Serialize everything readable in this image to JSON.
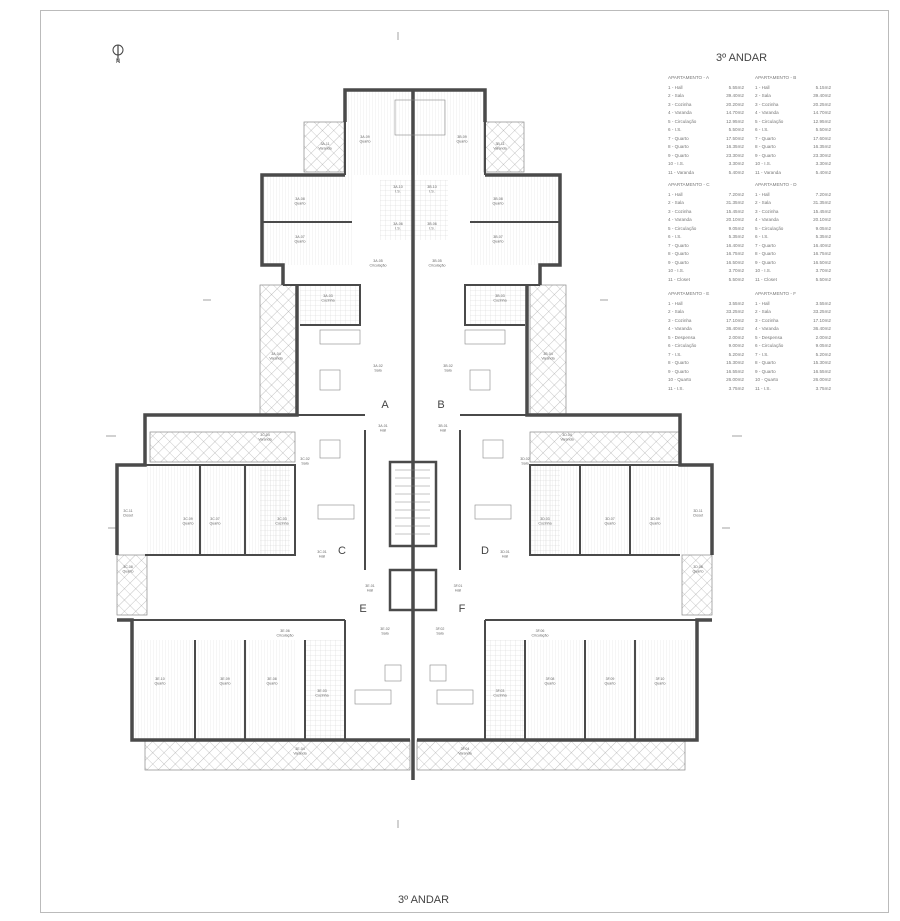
{
  "title": "3º ANDAR",
  "bottom_title": "3º ANDAR",
  "compass_label": "N",
  "apartment_letters": [
    "A",
    "B",
    "C",
    "D",
    "E",
    "F"
  ],
  "tables": [
    {
      "header": "APARTAMENTO - A",
      "rows": [
        [
          "1 - Hall",
          "5.55m2"
        ],
        [
          "2 - Sala",
          "39.40m2"
        ],
        [
          "3 - Cozinha",
          "20.20m2"
        ],
        [
          "4 - Varanda",
          "14.70m2"
        ],
        [
          "5 - Circulação",
          "12.95m2"
        ],
        [
          "6 - I.S.",
          "5.50m2"
        ],
        [
          "7 - Quarto",
          "17.50m2"
        ],
        [
          "8 - Quarto",
          "16.35m2"
        ],
        [
          "9 - Quarto",
          "23.30m2"
        ],
        [
          "10 - I.S.",
          "3.30m2"
        ],
        [
          "11 - Varanda",
          "5.40m2"
        ]
      ]
    },
    {
      "header": "APARTAMENTO - B",
      "rows": [
        [
          "1 - Hall",
          "5.15m2"
        ],
        [
          "2 - Sala",
          "39.40m2"
        ],
        [
          "3 - Cozinha",
          "20.25m2"
        ],
        [
          "4 - Varanda",
          "14.70m2"
        ],
        [
          "5 - Circulação",
          "12.95m2"
        ],
        [
          "6 - I.S.",
          "5.50m2"
        ],
        [
          "7 - Quarto",
          "17.60m2"
        ],
        [
          "8 - Quarto",
          "16.35m2"
        ],
        [
          "9 - Quarto",
          "23.30m2"
        ],
        [
          "10 - I.S.",
          "3.30m2"
        ],
        [
          "11 - Varanda",
          "5.40m2"
        ]
      ]
    },
    {
      "header": "APARTAMENTO - C",
      "rows": [
        [
          "1 - Hall",
          "7.20m2"
        ],
        [
          "2 - Sala",
          "31.35m2"
        ],
        [
          "3 - Cozinha",
          "15.45m2"
        ],
        [
          "4 - Varanda",
          "20.10m2"
        ],
        [
          "5 - Circulação",
          "9.05m2"
        ],
        [
          "6 - I.S.",
          "5.35m2"
        ],
        [
          "7 - Quarto",
          "16.40m2"
        ],
        [
          "8 - Quarto",
          "16.75m2"
        ],
        [
          "9 - Quarto",
          "16.50m2"
        ],
        [
          "10 - I.S.",
          "3.70m2"
        ],
        [
          "11 - Closet",
          "5.50m2"
        ]
      ]
    },
    {
      "header": "APARTAMENTO - D",
      "rows": [
        [
          "1 - Hall",
          "7.20m2"
        ],
        [
          "2 - Sala",
          "31.35m2"
        ],
        [
          "3 - Cozinha",
          "15.45m2"
        ],
        [
          "4 - Varanda",
          "20.10m2"
        ],
        [
          "5 - Circulação",
          "9.05m2"
        ],
        [
          "6 - I.S.",
          "5.35m2"
        ],
        [
          "7 - Quarto",
          "16.40m2"
        ],
        [
          "8 - Quarto",
          "16.75m2"
        ],
        [
          "9 - Quarto",
          "16.50m2"
        ],
        [
          "10 - I.S.",
          "3.70m2"
        ],
        [
          "11 - Closet",
          "5.50m2"
        ]
      ]
    },
    {
      "header": "APARTAMENTO - E",
      "rows": [
        [
          "1 - Hall",
          "3.55m2"
        ],
        [
          "2 - Sala",
          "33.25m2"
        ],
        [
          "3 - Cozinha",
          "17.10m2"
        ],
        [
          "4 - Varanda",
          "36.40m2"
        ],
        [
          "5 - Despensa",
          "2.00m2"
        ],
        [
          "6 - Circulação",
          "9.00m2"
        ],
        [
          "7 - I.S.",
          "5.20m2"
        ],
        [
          "8 - Quarto",
          "15.30m2"
        ],
        [
          "9 - Quarto",
          "16.55m2"
        ],
        [
          "10 - Quarto",
          "26.00m2"
        ],
        [
          "11 - I.S.",
          "3.75m2"
        ]
      ]
    },
    {
      "header": "APARTAMENTO - F",
      "rows": [
        [
          "1 - Hall",
          "3.55m2"
        ],
        [
          "2 - Sala",
          "33.25m2"
        ],
        [
          "3 - Cozinha",
          "17.10m2"
        ],
        [
          "4 - Varanda",
          "36.40m2"
        ],
        [
          "5 - Despensa",
          "2.00m2"
        ],
        [
          "6 - Circulação",
          "9.05m2"
        ],
        [
          "7 - I.S.",
          "5.20m2"
        ],
        [
          "8 - Quarto",
          "15.30m2"
        ],
        [
          "9 - Quarto",
          "16.55m2"
        ],
        [
          "10 - Quarto",
          "26.00m2"
        ],
        [
          "11 - I.S.",
          "3.75m2"
        ]
      ]
    }
  ],
  "room_labels": [
    {
      "code": "3A.09",
      "name": "Quarto"
    },
    {
      "code": "3B.09",
      "name": "Quarto"
    },
    {
      "code": "3A.11",
      "name": "Varanda"
    },
    {
      "code": "3B.11",
      "name": "Varanda"
    },
    {
      "code": "3A.10",
      "name": "I.S."
    },
    {
      "code": "3B.10",
      "name": "I.S."
    },
    {
      "code": "3A.08",
      "name": "Quarto"
    },
    {
      "code": "3B.08",
      "name": "Quarto"
    },
    {
      "code": "3A.07",
      "name": "Quarto"
    },
    {
      "code": "3B.07",
      "name": "Quarto"
    },
    {
      "code": "3A.06",
      "name": "I.S."
    },
    {
      "code": "3B.06",
      "name": "I.S."
    },
    {
      "code": "3A.05",
      "name": "Circulação"
    },
    {
      "code": "3B.05",
      "name": "Circulação"
    },
    {
      "code": "3A.03",
      "name": "Cozinha"
    },
    {
      "code": "3B.03",
      "name": "Cozinha"
    },
    {
      "code": "3A.04",
      "name": "Varanda"
    },
    {
      "code": "3B.04",
      "name": "Varanda"
    },
    {
      "code": "3A.02",
      "name": "Sala"
    },
    {
      "code": "3B.02",
      "name": "Sala"
    },
    {
      "code": "3A.01",
      "name": "Hall"
    },
    {
      "code": "3B.01",
      "name": "Hall"
    },
    {
      "code": "3C.04",
      "name": "Varanda"
    },
    {
      "code": "3D.04",
      "name": "Varanda"
    },
    {
      "code": "3C.02",
      "name": "Sala"
    },
    {
      "code": "3D.02",
      "name": "Sala"
    },
    {
      "code": "3C.01",
      "name": "Hall"
    },
    {
      "code": "3D.01",
      "name": "Hall"
    },
    {
      "code": "3C.09",
      "name": "Quarto"
    },
    {
      "code": "3D.09",
      "name": "Quarto"
    },
    {
      "code": "3C.07",
      "name": "Quarto"
    },
    {
      "code": "3D.07",
      "name": "Quarto"
    },
    {
      "code": "3C.03",
      "name": "Cozinha"
    },
    {
      "code": "3D.03",
      "name": "Cozinha"
    },
    {
      "code": "3C.11",
      "name": "Closet"
    },
    {
      "code": "3D.11",
      "name": "Closet"
    },
    {
      "code": "3C.08",
      "name": "Quarto"
    },
    {
      "code": "3D.08",
      "name": "Quarto"
    },
    {
      "code": "3E.01",
      "name": "Hall"
    },
    {
      "code": "3F.01",
      "name": "Hall"
    },
    {
      "code": "3E.02",
      "name": "Sala"
    },
    {
      "code": "3F.02",
      "name": "Sala"
    },
    {
      "code": "3E.03",
      "name": "Cozinha"
    },
    {
      "code": "3F.03",
      "name": "Cozinha"
    },
    {
      "code": "3E.06",
      "name": "Circulação"
    },
    {
      "code": "3F.06",
      "name": "Circulação"
    },
    {
      "code": "3E.10",
      "name": "Quarto"
    },
    {
      "code": "3F.10",
      "name": "Quarto"
    },
    {
      "code": "3E.09",
      "name": "Quarto"
    },
    {
      "code": "3F.09",
      "name": "Quarto"
    },
    {
      "code": "3E.08",
      "name": "Quarto"
    },
    {
      "code": "3F.08",
      "name": "Quarto"
    },
    {
      "code": "3E.04",
      "name": "Varanda"
    },
    {
      "code": "3F.04",
      "name": "Varanda"
    }
  ],
  "colors": {
    "wall": "#4a4a4a",
    "hatch": "#9a9a9a",
    "text": "#555555"
  }
}
